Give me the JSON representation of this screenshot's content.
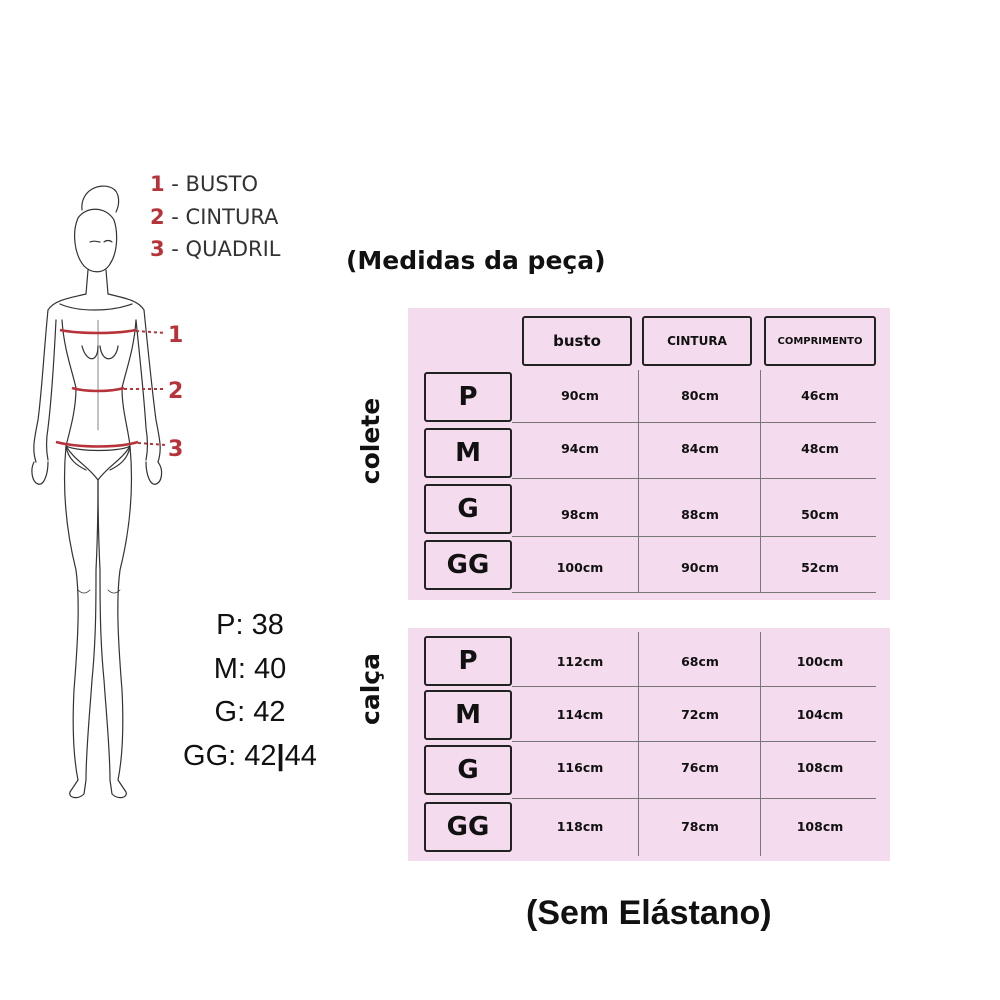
{
  "legend": [
    {
      "num": "1",
      "text": " - BUSTO"
    },
    {
      "num": "2",
      "text": " - CINTURA"
    },
    {
      "num": "3",
      "text": " - QUADRIL"
    }
  ],
  "figure_marks": [
    "1",
    "2",
    "3"
  ],
  "size_map": [
    "P: 38",
    "M: 40",
    "G: 42",
    "GG: 42",
    "|",
    "44"
  ],
  "title": "(Medidas da peça)",
  "colete": {
    "label": "colete",
    "headers": [
      "busto",
      "CINTURA",
      "COMPRIMENTO"
    ],
    "rows": [
      {
        "size": "P",
        "cells": [
          "90cm",
          "80cm",
          "46cm"
        ]
      },
      {
        "size": "M",
        "cells": [
          "94cm",
          "84cm",
          "48cm"
        ]
      },
      {
        "size": "G",
        "cells": [
          "98cm",
          "88cm",
          "50cm"
        ]
      },
      {
        "size": "GG",
        "cells": [
          "100cm",
          "90cm",
          "52cm"
        ]
      }
    ]
  },
  "calca": {
    "label": "calça",
    "rows": [
      {
        "size": "P",
        "cells": [
          "112cm",
          "68cm",
          "100cm"
        ]
      },
      {
        "size": "M",
        "cells": [
          "114cm",
          "72cm",
          "104cm"
        ]
      },
      {
        "size": "G",
        "cells": [
          "116cm",
          "76cm",
          "108cm"
        ]
      },
      {
        "size": "GG",
        "cells": [
          "118cm",
          "78cm",
          "108cm"
        ]
      }
    ]
  },
  "footnote": "(Sem Elástano)",
  "colors": {
    "panel": "#f4dbee",
    "accent": "#b8323a",
    "ink": "#111111"
  }
}
